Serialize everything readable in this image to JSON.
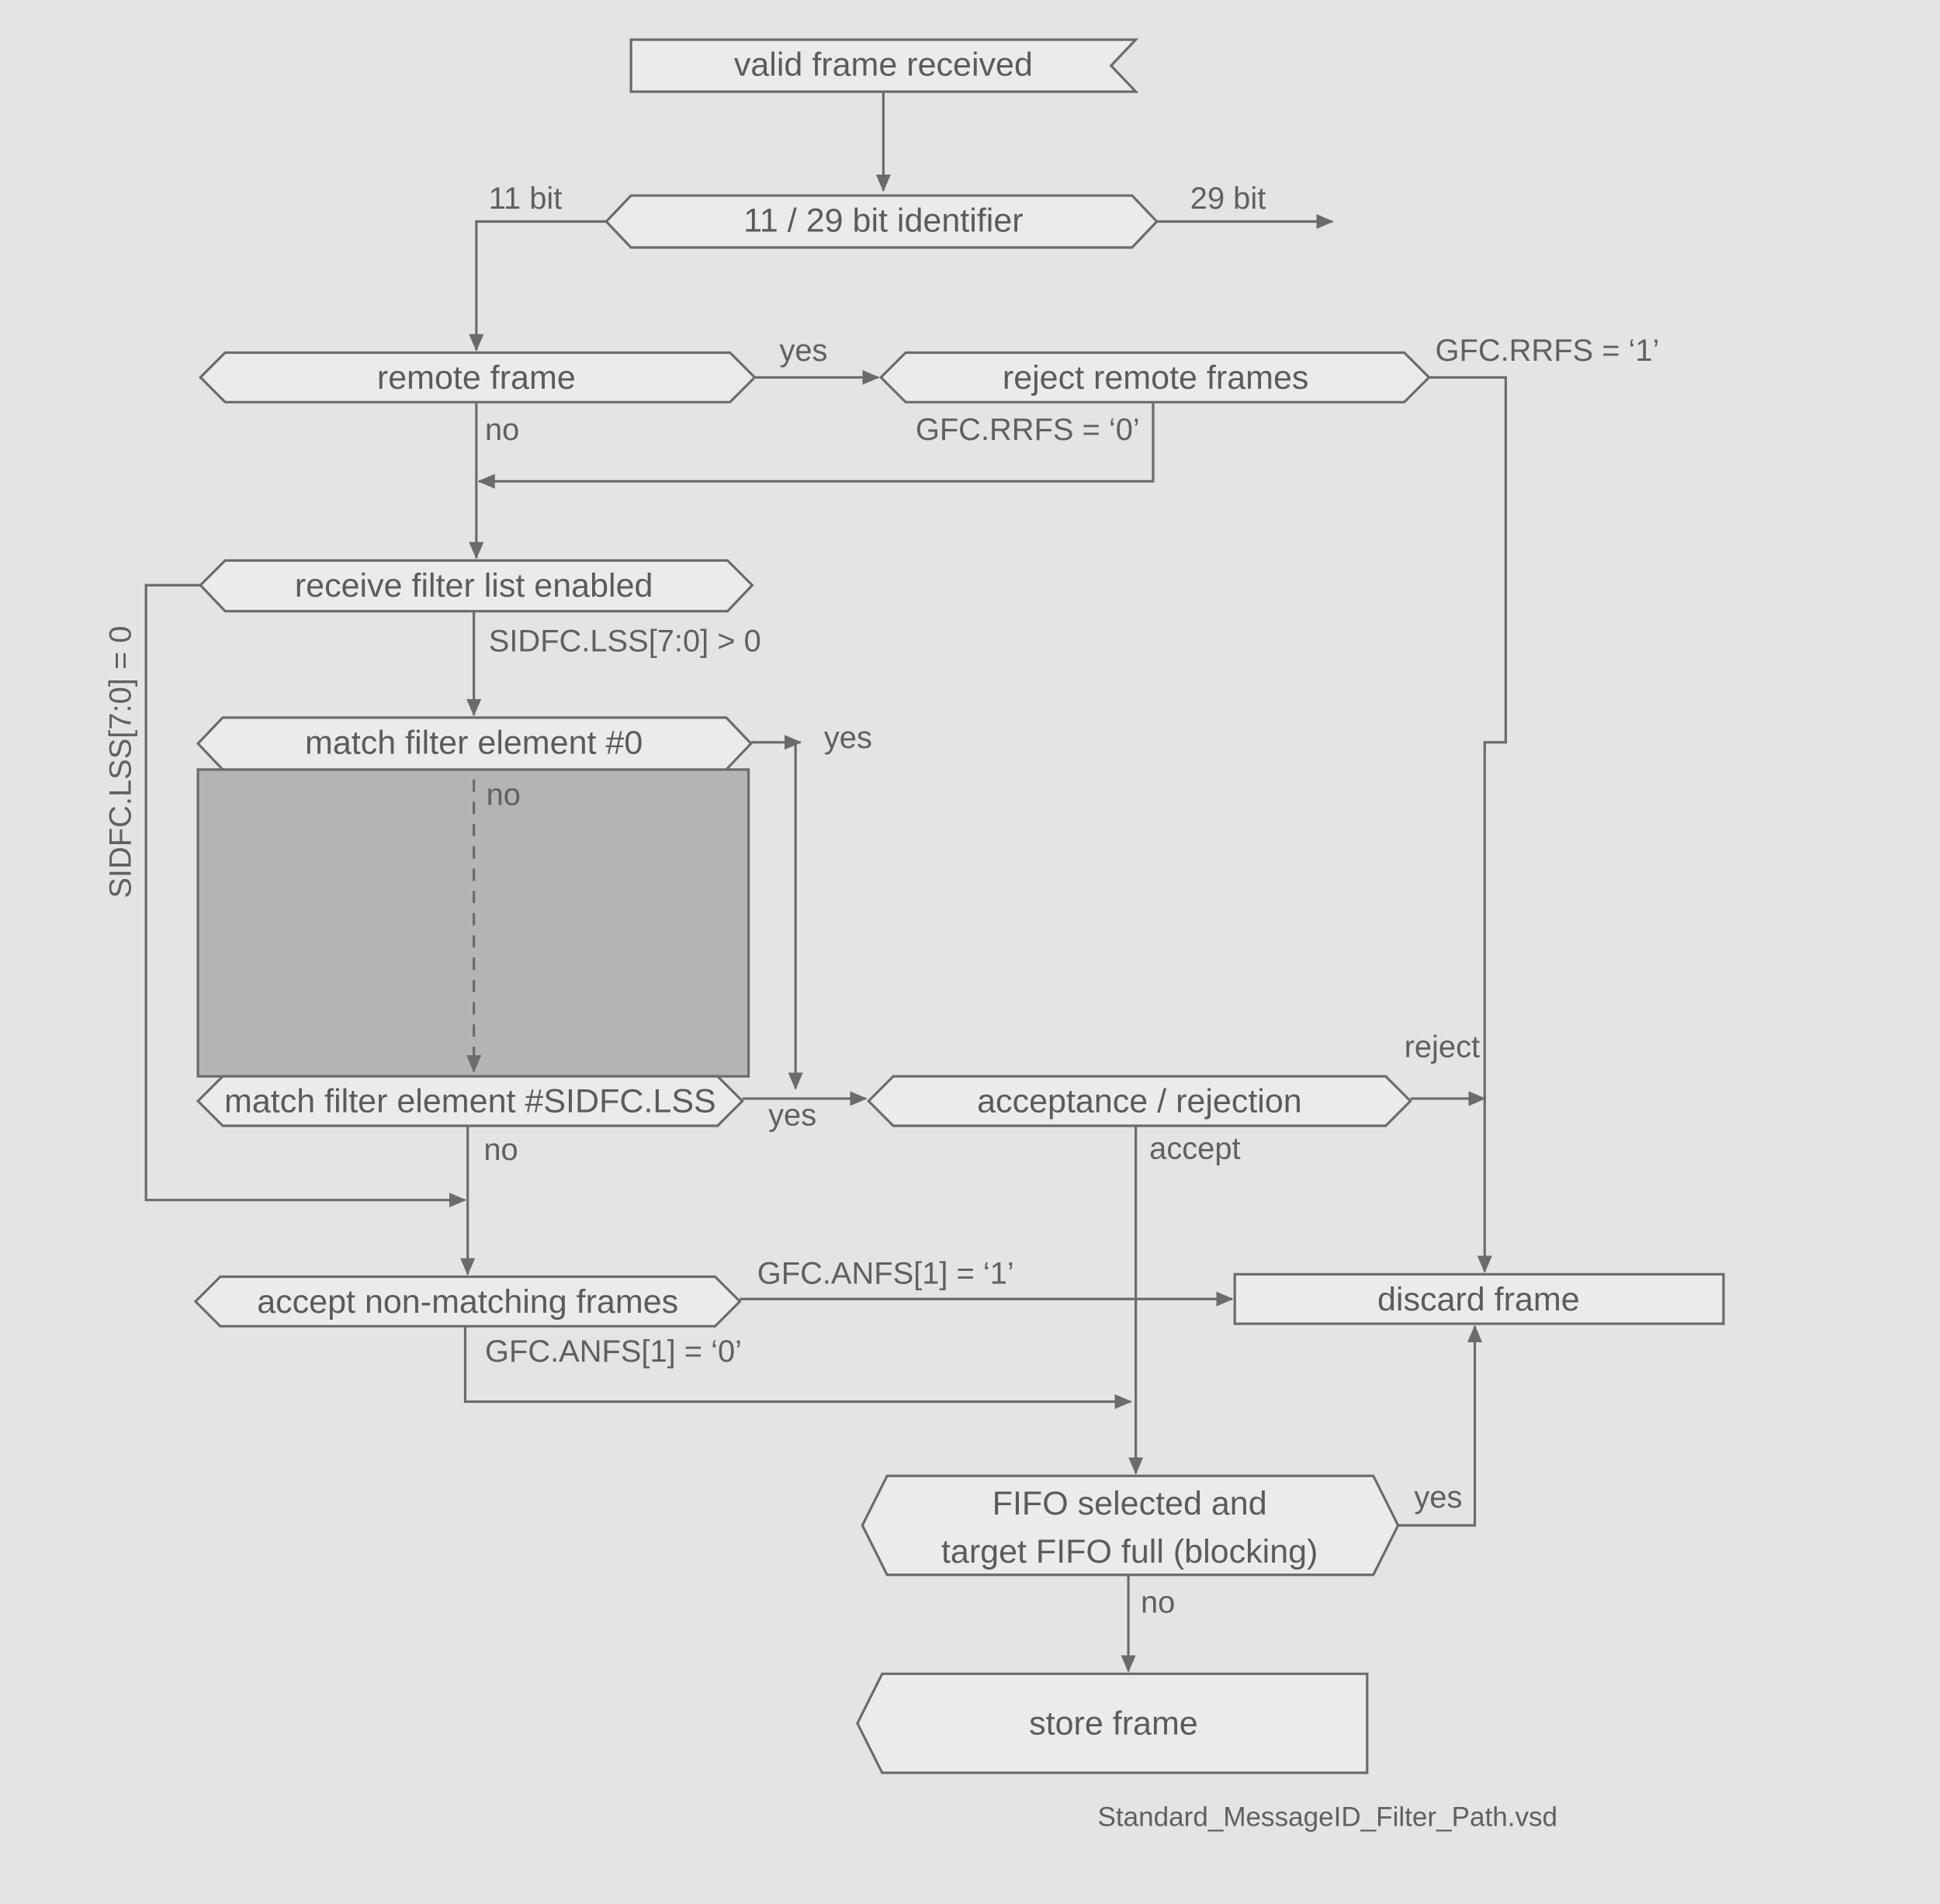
{
  "nodes": {
    "valid_frame": "valid frame received",
    "identifier": "11 / 29 bit identifier",
    "remote_frame": "remote frame",
    "reject_remote": "reject remote frames",
    "filter_list": "receive filter list enabled",
    "match_0": "match filter element #0",
    "match_last": "match filter element #SIDFC.LSS",
    "accept_reject": "acceptance / rejection",
    "accept_nonmatching": "accept non-matching frames",
    "discard": "discard frame",
    "fifo_line1": "FIFO selected and",
    "fifo_line2": "target FIFO full (blocking)",
    "store": "store frame"
  },
  "labels": {
    "bit11": "11 bit",
    "bit29": "29 bit",
    "remote_yes": "yes",
    "remote_no": "no",
    "rrfs1": "GFC.RRFS = ‘1’",
    "rrfs0": "GFC.RRFS = ‘0’",
    "lss_gt0": "SIDFC.LSS[7:0] > 0",
    "lss_eq0": "SIDFC.LSS[7:0] = 0",
    "match0_yes": "yes",
    "match0_no": "no",
    "matchlast_yes": "yes",
    "matchlast_no": "no",
    "reject": "reject",
    "accept": "accept",
    "anfs1": "GFC.ANFS[1] = ‘1’",
    "anfs0": "GFC.ANFS[1] = ‘0’",
    "fifo_yes": "yes",
    "fifo_no": "no"
  },
  "footer": {
    "filename": "Standard_MessageID_Filter_Path.vsd"
  }
}
